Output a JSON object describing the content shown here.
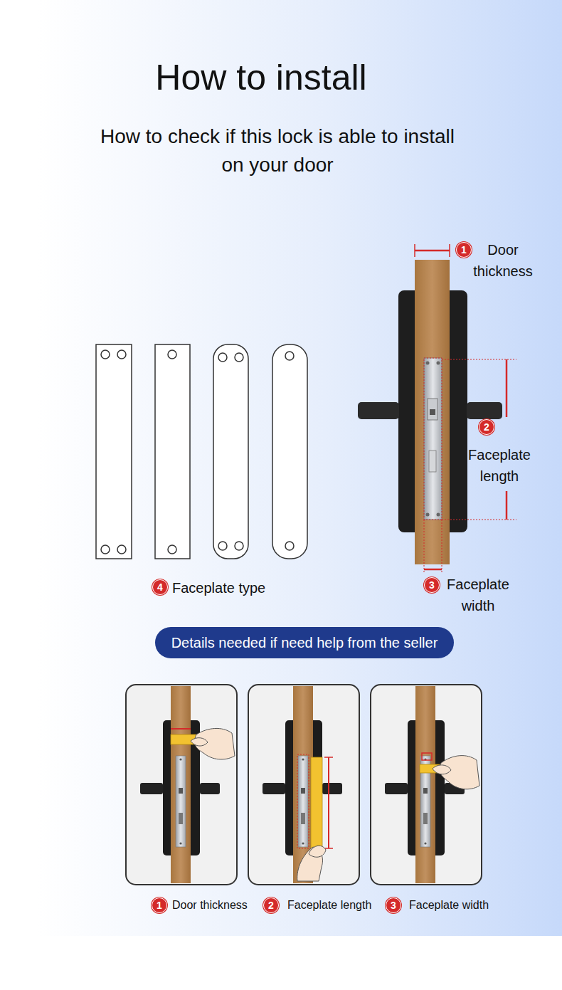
{
  "diagram": {
    "title": "How to install",
    "nodes": [
      {
        "text": [
          "1"
        ]
      },
      {
        "text": [
          "2"
        ]
      },
      {
        "text": [
          "4"
        ]
      },
      {
        "text": [
          "3"
        ]
      },
      {
        "text": [
          "Details needed if need help from the seller"
        ]
      },
      {
        "text": [
          "1"
        ]
      },
      {
        "text": [
          "2"
        ]
      },
      {
        "text": [
          "3"
        ]
      }
    ],
    "labels": [
      "How to check if this lock is able to install on your door",
      "Door thickness",
      "Faceplate length",
      "Faceplate type",
      "Faceplate width",
      "Door thickness",
      "Faceplate length",
      "Faceplate width"
    ]
  }
}
